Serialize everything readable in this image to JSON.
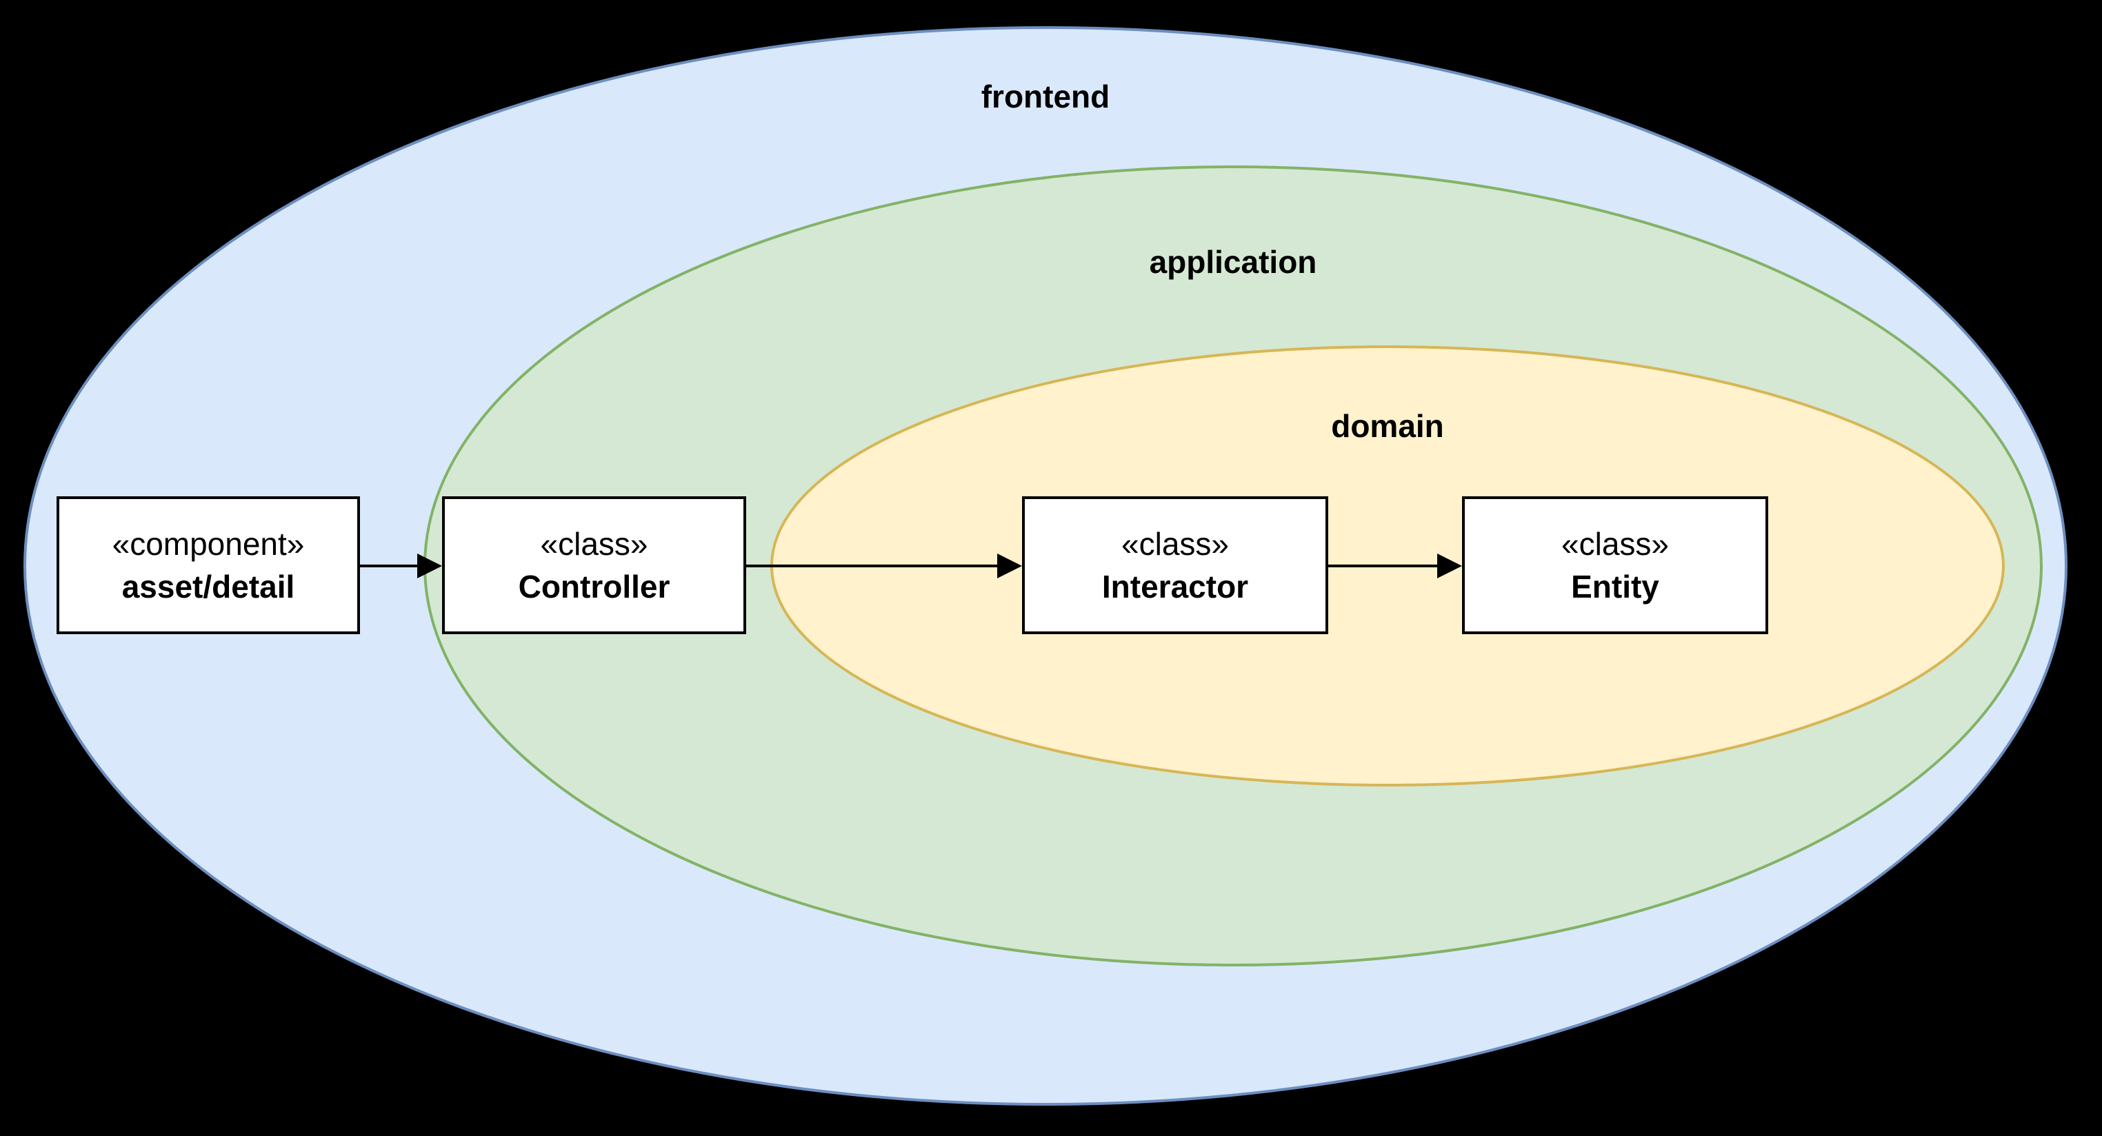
{
  "canvas": {
    "background": "#000000"
  },
  "layers": {
    "frontend": {
      "label": "frontend",
      "fill": "#dae8fc",
      "stroke": "#6c8ebf"
    },
    "application": {
      "label": "application",
      "fill": "#d5e8d4",
      "stroke": "#82b366"
    },
    "domain": {
      "label": "domain",
      "fill": "#fff2cc",
      "stroke": "#d6b656"
    }
  },
  "nodes": {
    "asset_detail": {
      "stereotype": "«component»",
      "name": "asset/detail"
    },
    "controller": {
      "stereotype": "«class»",
      "name": "Controller"
    },
    "interactor": {
      "stereotype": "«class»",
      "name": "Interactor"
    },
    "entity": {
      "stereotype": "«class»",
      "name": "Entity"
    }
  },
  "node_style": {
    "fill": "#ffffff",
    "stroke": "#000000",
    "text": "#000000"
  },
  "connections": [
    {
      "from": "asset/detail",
      "to": "Controller"
    },
    {
      "from": "Controller",
      "to": "Interactor"
    },
    {
      "from": "Interactor",
      "to": "Entity"
    }
  ],
  "arrow_color": "#000000"
}
